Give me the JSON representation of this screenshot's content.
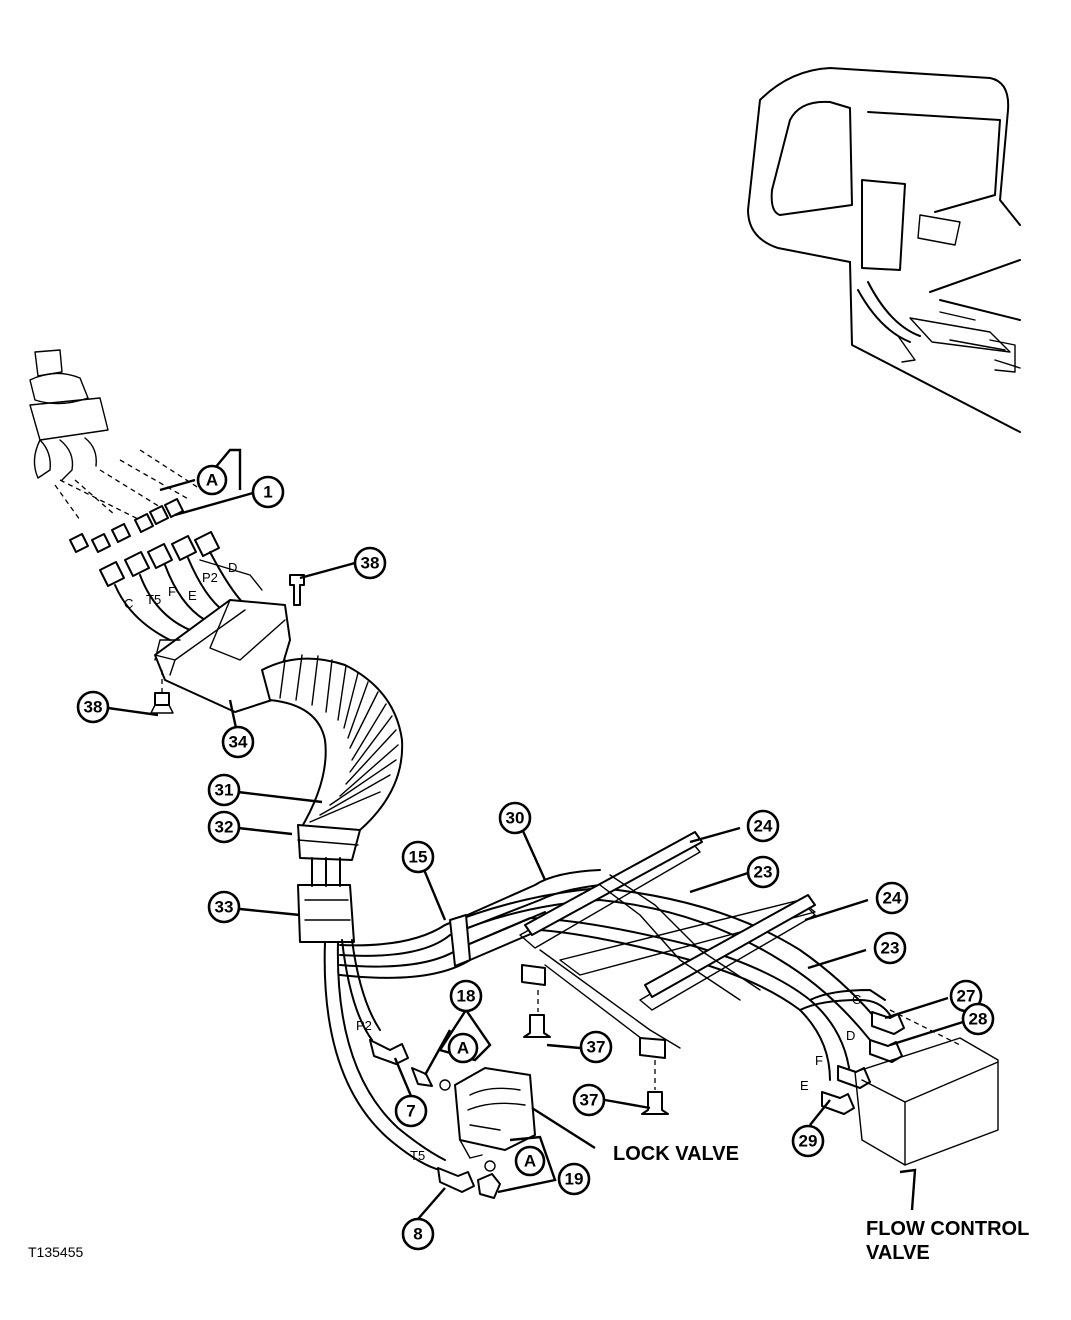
{
  "figure_id": "T135455",
  "labels": {
    "lock_valve": "LOCK VALVE",
    "flow_control_valve_line1": "FLOW CONTROL",
    "flow_control_valve_line2": "VALVE"
  },
  "callouts": {
    "c1": "1",
    "c7": "7",
    "c8": "8",
    "c15": "15",
    "c18": "18",
    "c19": "19",
    "c23a": "23",
    "c23b": "23",
    "c24a": "24",
    "c24b": "24",
    "c27": "27",
    "c28": "28",
    "c29": "29",
    "c30": "30",
    "c31": "31",
    "c32": "32",
    "c33": "33",
    "c34": "34",
    "c37a": "37",
    "c37b": "37",
    "c38a": "38",
    "c38b": "38",
    "refA1": "A",
    "refA2": "A",
    "refA3": "A"
  },
  "hose_letters": {
    "c_top": "C",
    "t5_top": "T5",
    "f_top": "F",
    "e_top": "E",
    "p2_top": "P2",
    "d_top": "D",
    "p2_lower": "P2",
    "t5_lower": "T5",
    "c_right": "C",
    "d_right": "D",
    "f_right": "F",
    "e_right": "E"
  }
}
